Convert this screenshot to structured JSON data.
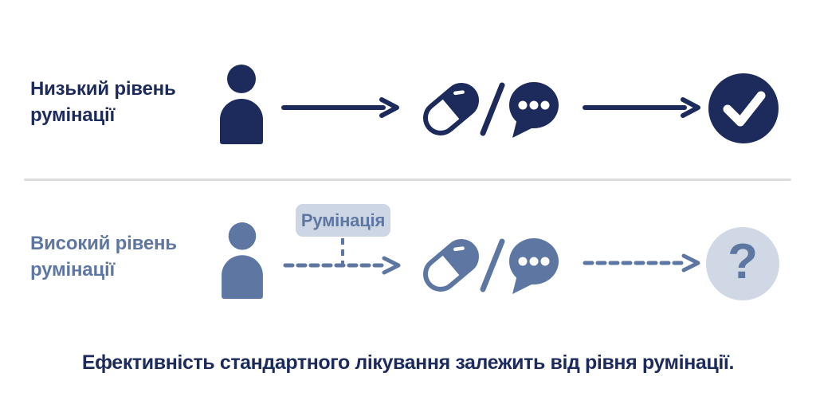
{
  "colors": {
    "navy": "#1d2b5c",
    "slate": "#5e77a2",
    "box_bg": "#ccd6e5",
    "circle_bg": "#cfd8e4",
    "divider": "#dcdcdc",
    "white": "#ffffff"
  },
  "top_row": {
    "label": "Низький рівень румінації",
    "icons": {
      "person": "person-icon",
      "arrow": "arrow-right-icon",
      "pill": "pill-icon",
      "or_slash": "or-slash-icon",
      "chat": "chat-bubble-icon",
      "outcome": "checkmark-circle-icon"
    }
  },
  "bottom_row": {
    "label": "Високий рівень румінації",
    "rumination_tag": "Румінація",
    "outcome_text": "?",
    "icons": {
      "person": "person-icon",
      "arrow": "dashed-arrow-right-icon",
      "pill": "pill-icon",
      "or_slash": "or-slash-icon",
      "chat": "chat-bubble-icon",
      "outcome": "question-circle-icon",
      "connector": "dashed-connector-line"
    }
  },
  "caption": "Ефективність стандартного лікування залежить від рівня румінації."
}
